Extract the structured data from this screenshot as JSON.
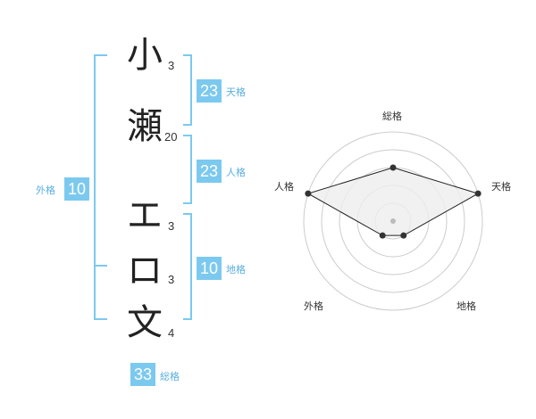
{
  "characters": [
    {
      "char": "小",
      "strokes": "3"
    },
    {
      "char": "瀬",
      "strokes": "20"
    },
    {
      "char": "エ",
      "strokes": "3"
    },
    {
      "char": "ロ",
      "strokes": "3"
    },
    {
      "char": "文",
      "strokes": "4"
    }
  ],
  "kakusu": {
    "tenkaku": {
      "value": "23",
      "label": "天格"
    },
    "jinkaku": {
      "value": "23",
      "label": "人格"
    },
    "chikaku": {
      "value": "10",
      "label": "地格"
    },
    "gaikaku": {
      "value": "10",
      "label": "外格"
    },
    "soukaku": {
      "value": "33",
      "label": "総格"
    }
  },
  "radar": {
    "axes": [
      "総格",
      "天格",
      "地格",
      "外格",
      "人格"
    ],
    "values": [
      3,
      5,
      1,
      1,
      5
    ],
    "max": 5,
    "colors": {
      "ring": "#cccccc",
      "fill": "#eeeeee",
      "line": "#222222",
      "dot": "#333333",
      "center": "#bbbbbb"
    }
  },
  "colors": {
    "accent": "#7cc9ef",
    "bracket": "#7cc9ef"
  }
}
